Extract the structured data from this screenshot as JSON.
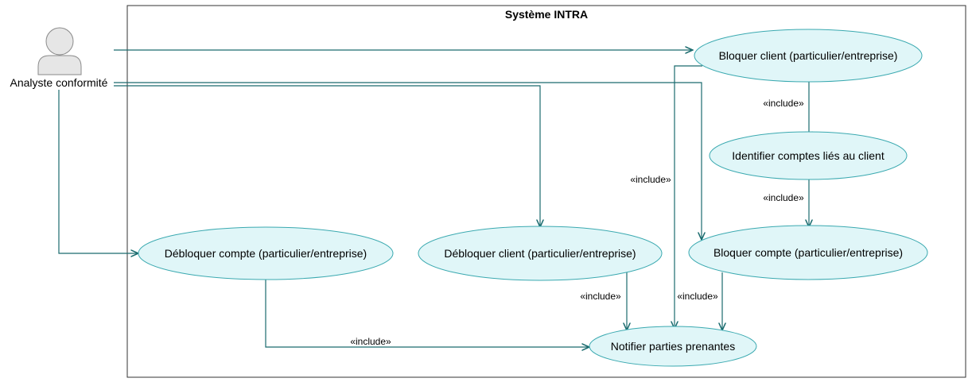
{
  "colors": {
    "line": "#1a6b6e",
    "usecase_fill": "#e0f6f8",
    "usecase_stroke": "#3aa9b0",
    "actor_fill": "#e6e6e6",
    "actor_stroke": "#8a8a8a",
    "system_border": "#333333"
  },
  "system": {
    "title": "Système INTRA"
  },
  "actor": {
    "name": "Analyste conformité"
  },
  "use_cases": {
    "bloquer_client": "Bloquer client (particulier/entreprise)",
    "identifier_comptes": "Identifier comptes liés au client",
    "bloquer_compte": "Bloquer compte (particulier/entreprise)",
    "debloquer_client": "Débloquer client (particulier/entreprise)",
    "debloquer_compte": "Débloquer compte (particulier/entreprise)",
    "notifier": "Notifier parties prenantes"
  },
  "relations": {
    "include_label": "«include»"
  }
}
